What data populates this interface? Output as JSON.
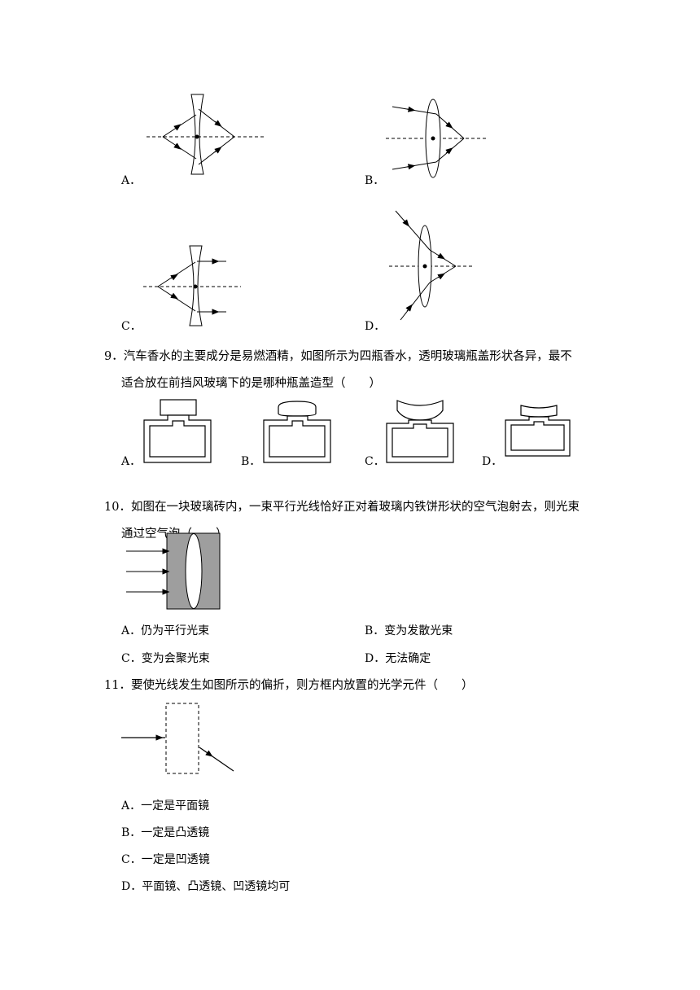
{
  "q8": {
    "labels": [
      "A．",
      "B．",
      "C．",
      "D．"
    ]
  },
  "q9": {
    "number": "9．",
    "line1": "汽车香水的主要成分是易燃酒精，如图所示为四瓶香水，透明玻璃瓶盖形状各异，最不",
    "line2": "适合放在前挡风玻璃下的是哪种瓶盖造型（　　）",
    "labels": [
      "A．",
      "B．",
      "C．",
      "D．"
    ]
  },
  "q10": {
    "number": "10．",
    "line1": "如图在一块玻璃砖内，一束平行光线恰好正对着玻璃内铁饼形状的空气泡射去，则光束",
    "line2": "通过空气泡（　　）",
    "options": [
      "A．仍为平行光束",
      "B．变为发散光束",
      "C．变为会聚光束",
      "D．无法确定"
    ]
  },
  "q11": {
    "number": "11．",
    "line1": "要使光线发生如图所示的偏折，则方框内放置的光学元件（　　）",
    "options": [
      "A．一定是平面镜",
      "B．一定是凸透镜",
      "C．一定是凹透镜",
      "D．平面镜、凸透镜、凹透镜均可"
    ]
  }
}
